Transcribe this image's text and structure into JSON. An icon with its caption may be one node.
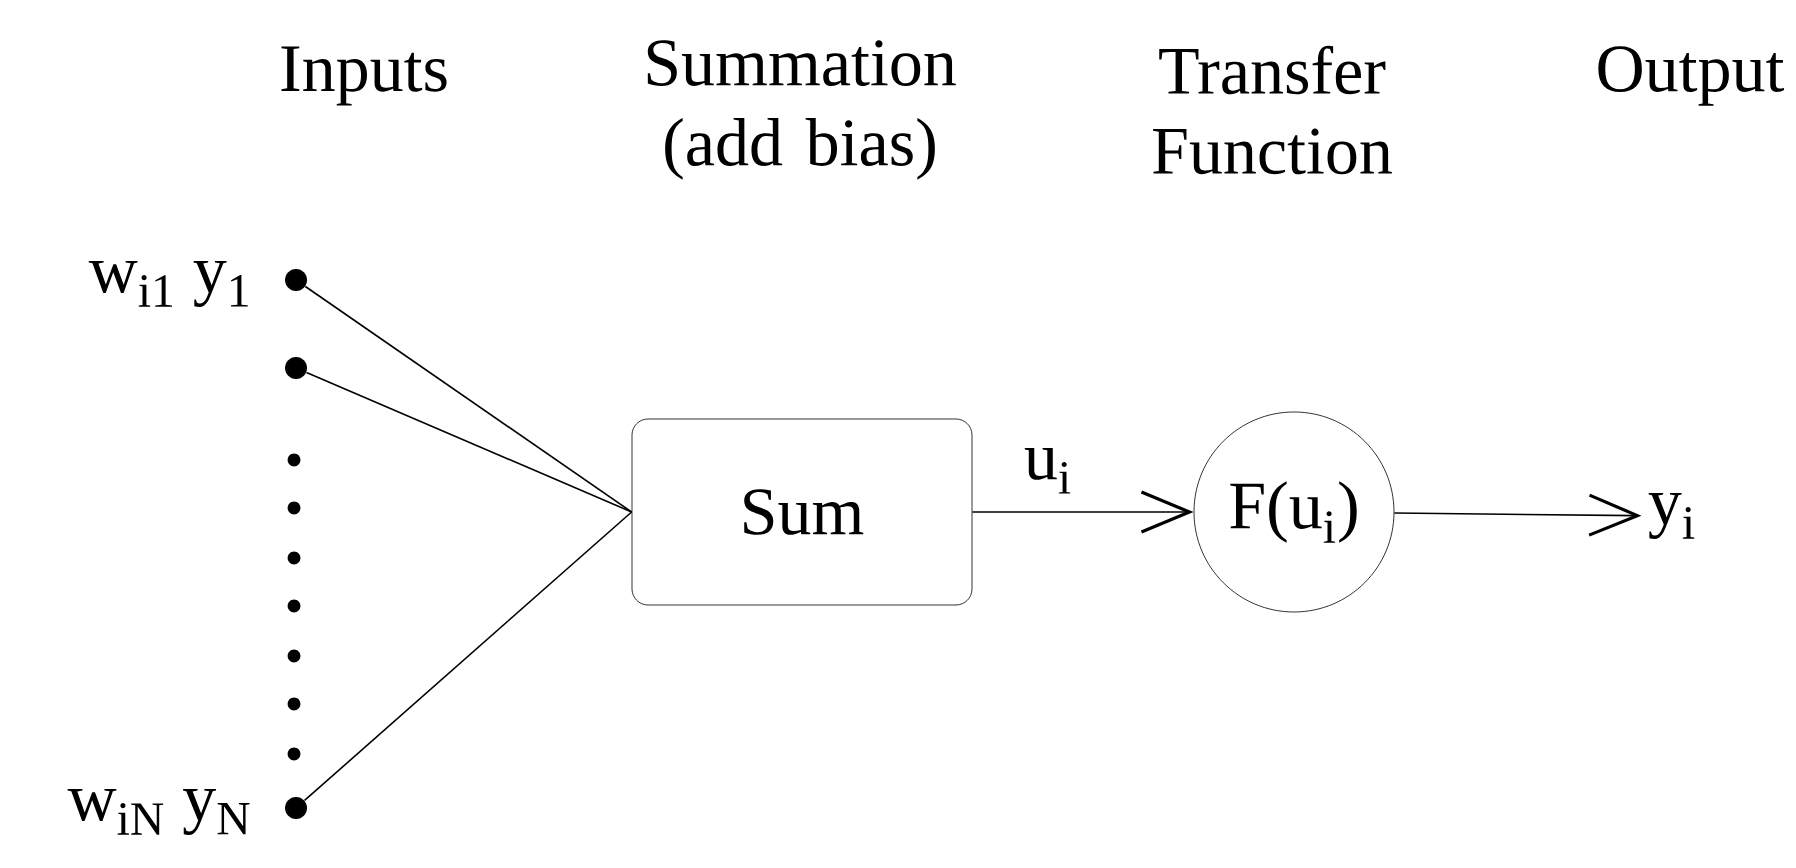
{
  "diagram": {
    "nodes": [
      {
        "text": [],
        "shape": "circle",
        "beside": [
          "w$_{i1}$ y$_{1}$"
        ]
      },
      {
        "text": [],
        "shape": "circle"
      },
      {
        "text": [],
        "shape": "circle",
        "beside": [
          "w$_{iN}$ y$_{N}$"
        ]
      },
      {
        "text": [
          "Sum"
        ]
      },
      {
        "text": [
          "F(u$_{i}$)"
        ]
      },
      {
        "text": [
          "y$_{i}$"
        ]
      }
    ],
    "edges": [
      {
        "from": 0,
        "to": 3,
        "arrow": "none"
      },
      {
        "from": 1,
        "to": 3,
        "arrow": "none"
      },
      {
        "from": 2,
        "to": 3,
        "arrow": "none"
      },
      {
        "from": 3,
        "to": 4,
        "arrow": "to",
        "label": "u$_{i}$"
      },
      {
        "from": 4,
        "to": 5,
        "arrow": "to"
      }
    ],
    "labels": [
      "Inputs",
      "Summation (add bias)",
      "Transfer Function",
      "Output"
    ]
  }
}
